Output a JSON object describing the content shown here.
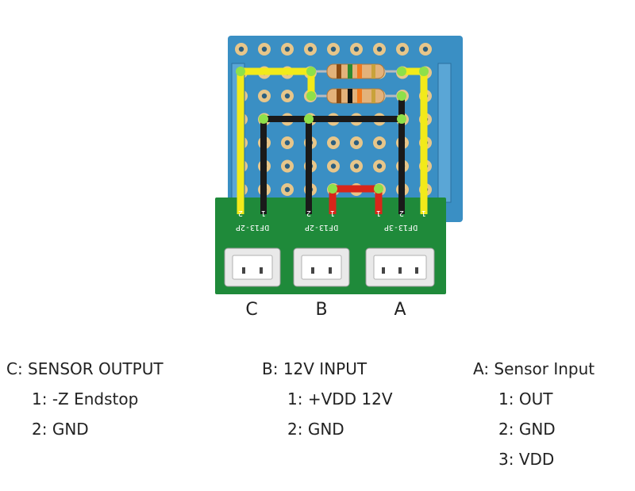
{
  "connectors": [
    {
      "letter": "C",
      "title": "C: SENSOR OUTPUT",
      "pcb_label": "DF13-2P",
      "pin_marks": [
        "2",
        "1"
      ],
      "pins": [
        "1: -Z Endstop",
        "2: GND"
      ]
    },
    {
      "letter": "B",
      "title": "B: 12V INPUT",
      "pcb_label": "DF13-2P",
      "pin_marks": [
        "2",
        "1"
      ],
      "pins": [
        "1: +VDD 12V",
        "2: GND"
      ]
    },
    {
      "letter": "A",
      "title": "A: Sensor Input",
      "pcb_label": "DF13-3P",
      "pin_marks": [
        "1",
        "3",
        "2",
        "1"
      ],
      "pins": [
        "1: OUT",
        "2: GND",
        "3: VDD"
      ]
    }
  ],
  "colors": {
    "protoboard": "#3a8fc4",
    "pcb": "#1f8a3a",
    "wire_yellow": "#f2ea1a",
    "wire_black": "#1a1a1a",
    "wire_red": "#d8261a",
    "pad_highlight": "#8ee04a",
    "resistor_body": "#e3b27a"
  }
}
